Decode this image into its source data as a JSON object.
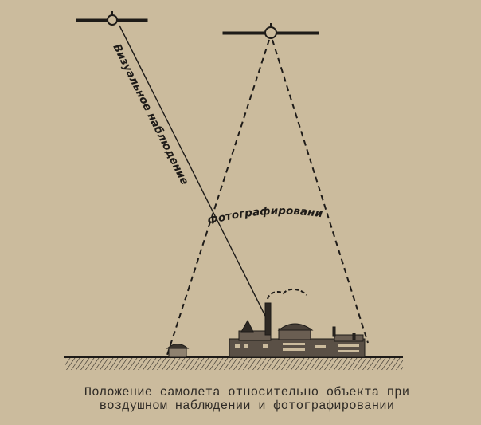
{
  "diagram": {
    "labels": {
      "visual_observation": "Визуальное наблюдение",
      "photography": "Фотографирование"
    },
    "caption": {
      "line1": "Положение самолета относительно объекта при",
      "line2": "воздушном наблюдении и фотографировании"
    },
    "colors": {
      "paper": "#cbbb9d",
      "ink": "#1e1b18"
    }
  }
}
